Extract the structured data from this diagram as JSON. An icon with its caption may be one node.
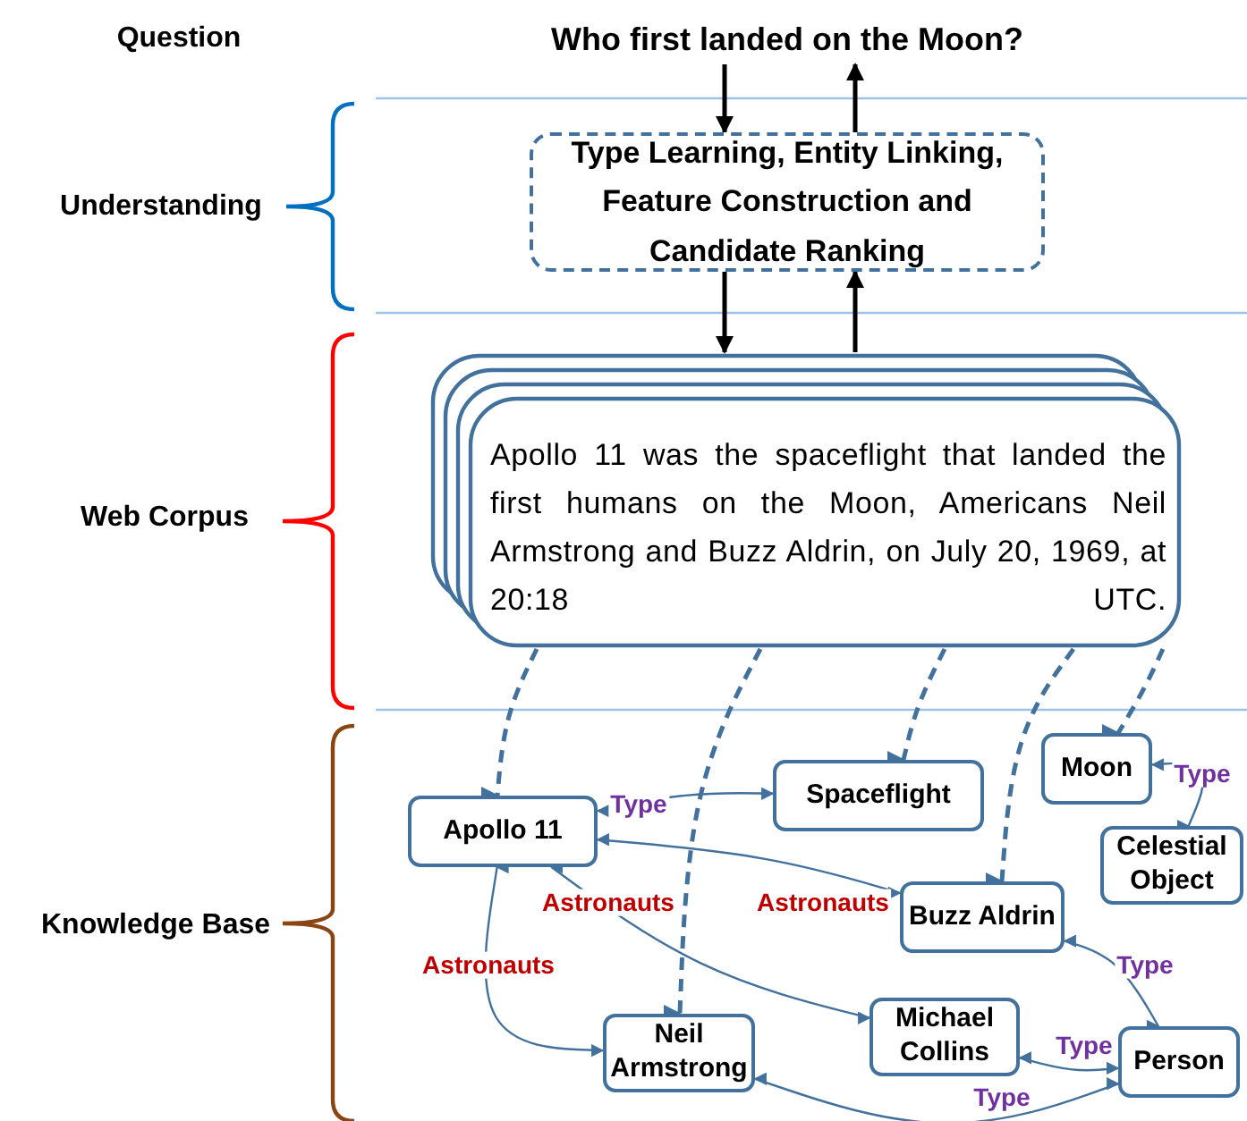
{
  "diagram": {
    "nodes": [
      {
        "text": [
          "Who first landed on the Moon?"
        ]
      },
      {
        "text": [
          "Type Learning, Entity Linking, Feature Construction and Candidate Ranking"
        ]
      },
      {
        "text": [
          "Apollo 11 was the spaceflight that landed the first humans on the Moon, Americans Neil Armstrong and Buzz Aldrin, on July 20, 1969, at 20:18 UTC."
        ]
      },
      {
        "text": [
          "Apollo 11"
        ]
      },
      {
        "text": [
          "Spaceflight"
        ]
      },
      {
        "text": [
          "Moon"
        ]
      },
      {
        "text": [
          "Celestial Object"
        ]
      },
      {
        "text": [
          "Buzz Aldrin"
        ]
      },
      {
        "text": [
          "Neil Armstrong"
        ]
      },
      {
        "text": [
          "Michael Collins"
        ]
      },
      {
        "text": [
          "Person"
        ]
      }
    ],
    "edges": [
      {
        "from": 0,
        "to": 1,
        "arrow": "to",
        "color": "#000000"
      },
      {
        "from": 1,
        "to": 0,
        "arrow": "to",
        "color": "#000000"
      },
      {
        "from": 1,
        "to": 2,
        "arrow": "to",
        "color": "#000000"
      },
      {
        "from": 2,
        "to": 1,
        "arrow": "to",
        "color": "#000000"
      },
      {
        "from": 2,
        "to": 3,
        "arrow": "to",
        "style": "dashed"
      },
      {
        "from": 2,
        "to": 4,
        "arrow": "to",
        "style": "dashed"
      },
      {
        "from": 2,
        "to": 8,
        "arrow": "to",
        "style": "dashed"
      },
      {
        "from": 2,
        "to": 7,
        "arrow": "to",
        "style": "dashed"
      },
      {
        "from": 2,
        "to": 5,
        "arrow": "to",
        "style": "dashed"
      },
      {
        "from": 3,
        "to": 4,
        "arrow": "both",
        "label": "Type"
      },
      {
        "from": 3,
        "to": 7,
        "arrow": "both",
        "label": "Astronauts"
      },
      {
        "from": 3,
        "to": 9,
        "arrow": "both",
        "label": "Astronauts"
      },
      {
        "from": 3,
        "to": 8,
        "arrow": "both",
        "label": "Astronauts"
      },
      {
        "from": 5,
        "to": 6,
        "arrow": "both",
        "label": "Type"
      },
      {
        "from": 7,
        "to": 10,
        "arrow": "both",
        "label": "Type"
      },
      {
        "from": 9,
        "to": 10,
        "arrow": "both",
        "label": "Type"
      },
      {
        "from": 8,
        "to": 10,
        "arrow": "both",
        "label": "Type"
      }
    ],
    "labels": [
      "Question",
      "Understanding",
      "Web Corpus",
      "Knowledge Base"
    ]
  }
}
